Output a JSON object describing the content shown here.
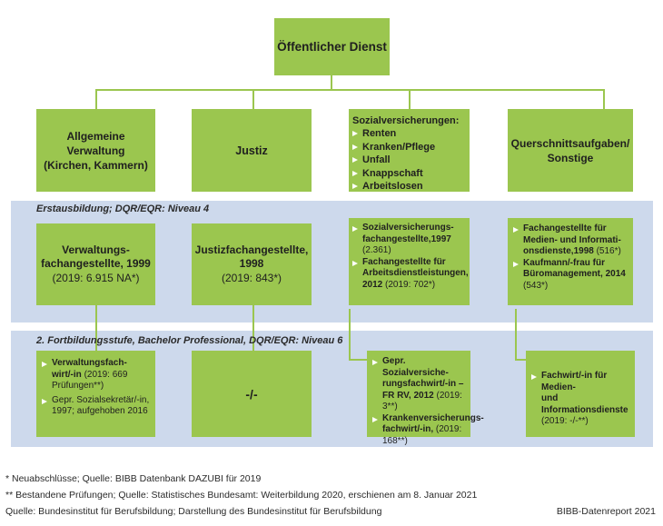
{
  "root": {
    "label": "Öffentlicher Dienst"
  },
  "sectors": {
    "allgemeine": {
      "line1": "Allgemeine Verwaltung",
      "line2": "(Kirchen, Kammern)"
    },
    "justiz": {
      "label": "Justiz"
    },
    "sozial": {
      "title": "Sozialversicherungen:",
      "items": [
        "Renten",
        "Kranken/Pflege",
        "Unfall",
        "Knappschaft",
        "Arbeitslosen"
      ]
    },
    "quer": {
      "line1": "Querschnittsaufgaben/",
      "line2": "Sonstige"
    }
  },
  "level4": {
    "label": "Erstausbildung; DQR/EQR: Niveau 4",
    "verwaltung": {
      "name1": "Verwaltungs-",
      "name2": "fachangestellte, 1999",
      "stat": "(2019: 6.915 NA*)"
    },
    "justiz": {
      "name1": "Justizfachangestellte,",
      "name2": "1998",
      "stat": "(2019: 843*)"
    },
    "sozial": {
      "item1_l1": "Sozialversicherungs-",
      "item1_l2": "fachangestellte,1997",
      "item1_stat": "(2.361)",
      "item2_l1": "Fachangestellte für",
      "item2_l2": "Arbeitsdienstleistungen,",
      "item2_l3": "2012",
      "item2_stat": "(2019: 702*)"
    },
    "quer": {
      "item1_l1": "Fachangestellte für",
      "item1_l2": "Medien- und Informati-",
      "item1_l3": "onsdienste,1998",
      "item1_stat": "(516*)",
      "item2_l1": "Kaufmann/-frau für",
      "item2_l2": "Büromanagement, 2014",
      "item2_stat": "(543*)"
    }
  },
  "level6": {
    "label": "2. Fortbildungsstufe, Bachelor Professional, DQR/EQR: Niveau 6",
    "verwaltung": {
      "item1_l1": "Verwaltungsfach-",
      "item1_l2": "wirt/-in",
      "item1_stat_a": "(2019: 669",
      "item1_stat_b": "Prüfungen**)",
      "item2_l1": "Gepr. Sozialsekretär/-in,",
      "item2_l2": "1997; aufgehoben 2016"
    },
    "justiz": {
      "label": "-/-"
    },
    "sozial": {
      "item1_l1": "Gepr. Sozialversiche-",
      "item1_l2": "rungsfachwirt/-in –",
      "item1_l3": "FR RV, 2012",
      "item1_stat": "(2019: 3**)",
      "item2_l1": "Krankenversicherungs-",
      "item2_l2": "fachwirt/-in,",
      "item2_stat_a": "(2019:",
      "item2_stat_b": "168**)"
    },
    "quer": {
      "item1_l1": "Fachwirt/-in für Medien-",
      "item1_l2": "und Informationsdienste",
      "item1_stat": "(2019: -/-**)"
    }
  },
  "footnotes": {
    "note1": "* Neuabschlüsse; Quelle: BIBB Datenbank DAZUBI für 2019",
    "note2": "** Bestandene Prüfungen; Quelle: Statistisches Bundesamt: Weiterbildung 2020, erschienen am 8. Januar 2021",
    "source": "Quelle: Bundesinstitut für Berufsbildung; Darstellung des Bundesinstitut für Berufsbildung",
    "credit": "BIBB-Datenreport 2021"
  },
  "colors": {
    "box": "#9bc64f",
    "band": "#cdd9ec",
    "bullet": "#ffffff"
  }
}
